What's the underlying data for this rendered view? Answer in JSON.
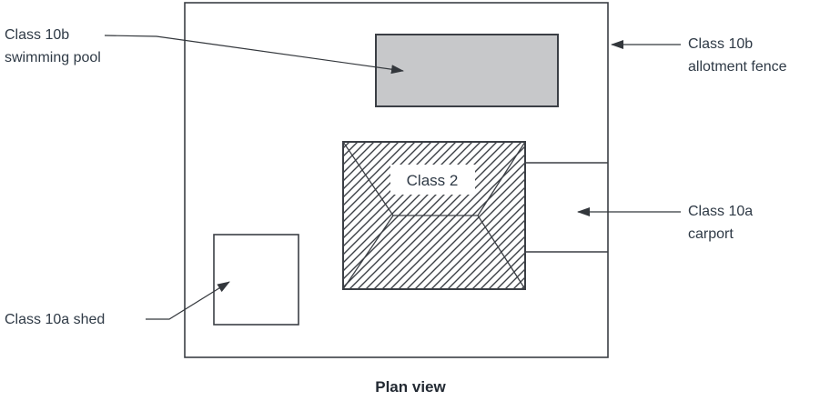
{
  "diagram": {
    "caption": "Plan view",
    "labels": {
      "pool": {
        "line1": "Class 10b",
        "line2": "swimming pool"
      },
      "fence": {
        "line1": "Class 10b",
        "line2": "allotment fence"
      },
      "carport": {
        "line1": "Class 10a",
        "line2": "carport"
      },
      "shed": {
        "text": "Class 10a shed"
      },
      "house": {
        "text": "Class 2"
      }
    },
    "colors": {
      "line": "#3b3f45",
      "pool_fill": "#c7c8ca",
      "text": "#2f3a46"
    }
  }
}
